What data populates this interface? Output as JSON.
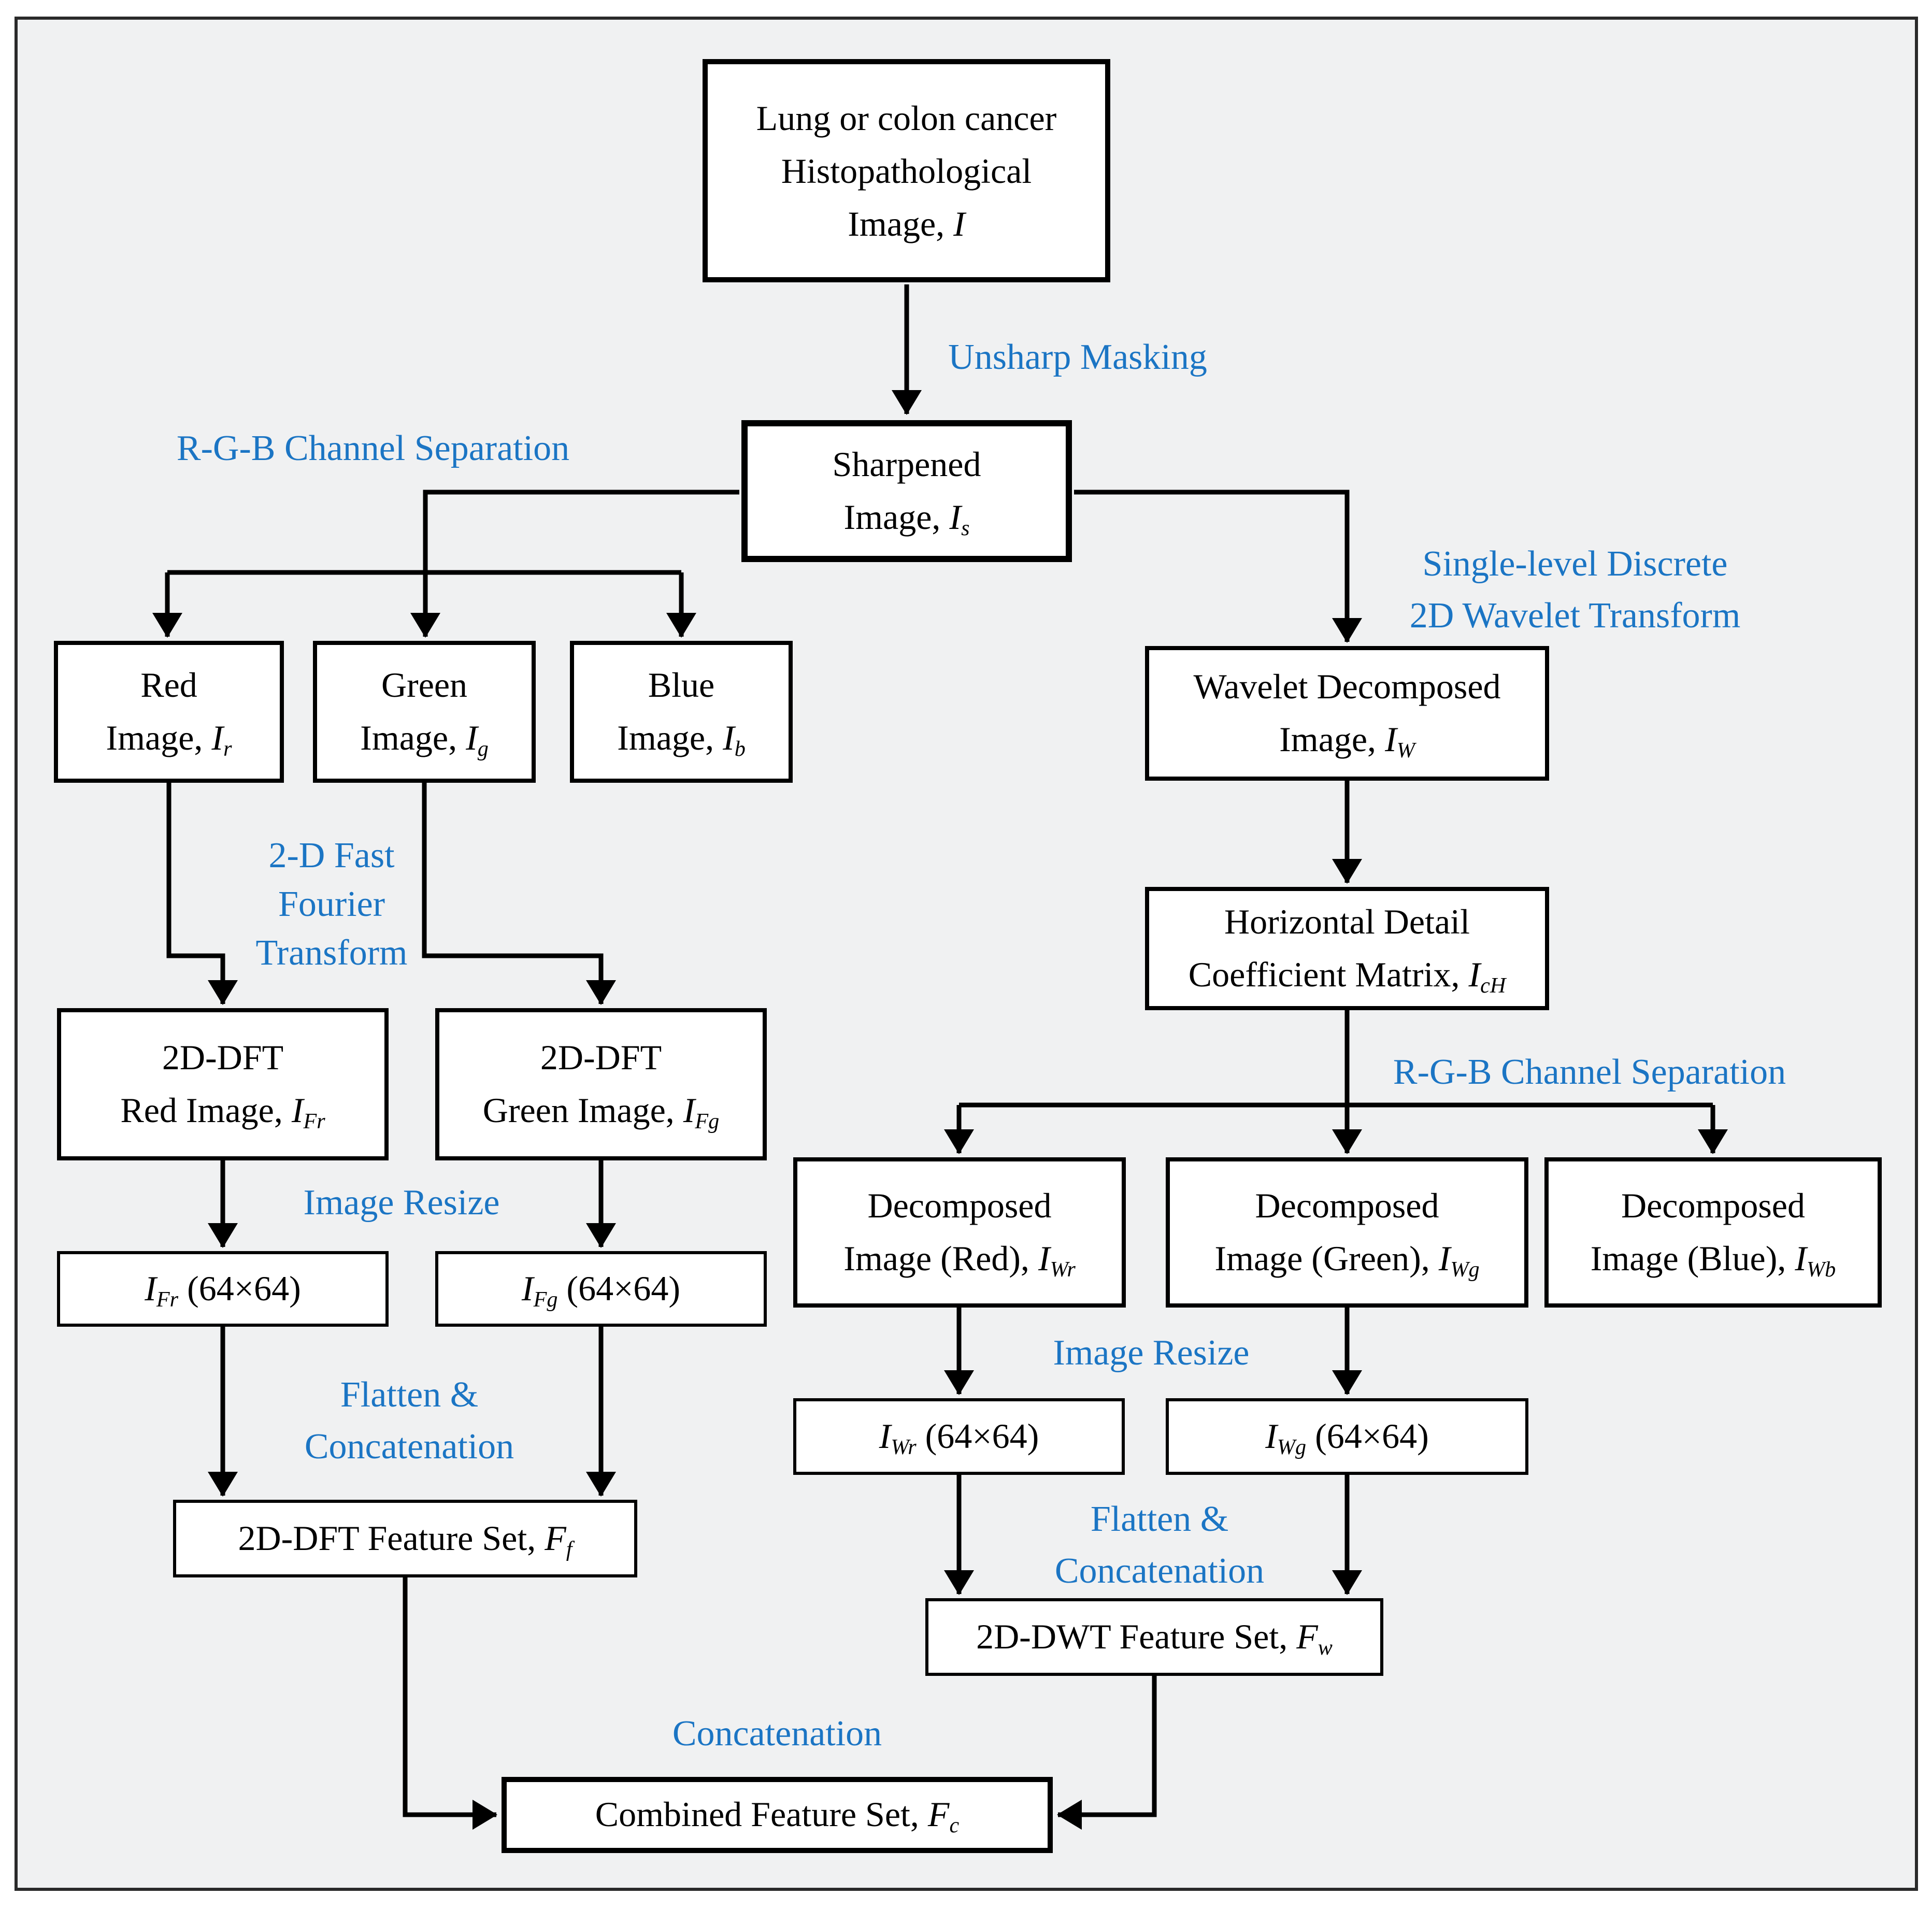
{
  "diagram": {
    "colors": {
      "accent_blue": "#1b75c4",
      "frame_background": "#f0f1f2",
      "frame_border": "#2a2a2a",
      "box_fill": "#ffffff",
      "box_border": "#000000",
      "line": "#000000"
    },
    "nodes": {
      "input": {
        "lines": [
          [
            {
              "t": "Lung or colon cancer"
            }
          ],
          [
            {
              "t": "Histopathological"
            }
          ],
          [
            {
              "t": "Image, "
            },
            {
              "t": "I",
              "i": 1
            }
          ]
        ]
      },
      "sharp": {
        "lines": [
          [
            {
              "t": "Sharpened"
            }
          ],
          [
            {
              "t": "Image, "
            },
            {
              "t": "I",
              "i": 1
            },
            {
              "t": "s",
              "i": 1,
              "sub": 1
            }
          ]
        ]
      },
      "red": {
        "lines": [
          [
            {
              "t": "Red"
            }
          ],
          [
            {
              "t": "Image, "
            },
            {
              "t": "I",
              "i": 1
            },
            {
              "t": "r",
              "i": 1,
              "sub": 1
            }
          ]
        ]
      },
      "green": {
        "lines": [
          [
            {
              "t": "Green"
            }
          ],
          [
            {
              "t": "Image, "
            },
            {
              "t": "I",
              "i": 1
            },
            {
              "t": "g",
              "i": 1,
              "sub": 1
            }
          ]
        ]
      },
      "blue": {
        "lines": [
          [
            {
              "t": "Blue"
            }
          ],
          [
            {
              "t": "Image, "
            },
            {
              "t": "I",
              "i": 1
            },
            {
              "t": "b",
              "i": 1,
              "sub": 1
            }
          ]
        ]
      },
      "wavelet": {
        "lines": [
          [
            {
              "t": "Wavelet Decomposed"
            }
          ],
          [
            {
              "t": "Image, "
            },
            {
              "t": "I",
              "i": 1
            },
            {
              "t": "W",
              "i": 1,
              "sub": 1
            }
          ]
        ]
      },
      "hdetail": {
        "lines": [
          [
            {
              "t": "Horizontal Detail"
            }
          ],
          [
            {
              "t": "Coefficient Matrix, "
            },
            {
              "t": "I",
              "i": 1
            },
            {
              "t": "cH",
              "i": 1,
              "sub": 1
            }
          ]
        ]
      },
      "dftred": {
        "lines": [
          [
            {
              "t": "2D-DFT"
            }
          ],
          [
            {
              "t": "Red Image, "
            },
            {
              "t": "I",
              "i": 1
            },
            {
              "t": "Fr",
              "i": 1,
              "sub": 1
            }
          ]
        ]
      },
      "dftgreen": {
        "lines": [
          [
            {
              "t": "2D-DFT"
            }
          ],
          [
            {
              "t": "Green Image, "
            },
            {
              "t": "I",
              "i": 1
            },
            {
              "t": "Fg",
              "i": 1,
              "sub": 1
            }
          ]
        ]
      },
      "decred": {
        "lines": [
          [
            {
              "t": "Decomposed"
            }
          ],
          [
            {
              "t": "Image (Red), "
            },
            {
              "t": "I",
              "i": 1
            },
            {
              "t": "Wr",
              "i": 1,
              "sub": 1
            }
          ]
        ]
      },
      "decgreen": {
        "lines": [
          [
            {
              "t": "Decomposed"
            }
          ],
          [
            {
              "t": "Image (Green), "
            },
            {
              "t": "I",
              "i": 1
            },
            {
              "t": "Wg",
              "i": 1,
              "sub": 1
            }
          ]
        ]
      },
      "decblue": {
        "lines": [
          [
            {
              "t": "Decomposed"
            }
          ],
          [
            {
              "t": "Image (Blue), "
            },
            {
              "t": "I",
              "i": 1
            },
            {
              "t": "Wb",
              "i": 1,
              "sub": 1
            }
          ]
        ]
      },
      "ifr": {
        "lines": [
          [
            {
              "t": "I",
              "i": 1
            },
            {
              "t": "Fr",
              "i": 1,
              "sub": 1
            },
            {
              "t": " (64×64)"
            }
          ]
        ]
      },
      "ifg": {
        "lines": [
          [
            {
              "t": "I",
              "i": 1
            },
            {
              "t": "Fg",
              "i": 1,
              "sub": 1
            },
            {
              "t": " (64×64)"
            }
          ]
        ]
      },
      "iwr": {
        "lines": [
          [
            {
              "t": "I",
              "i": 1
            },
            {
              "t": "Wr",
              "i": 1,
              "sub": 1
            },
            {
              "t": " (64×64)"
            }
          ]
        ]
      },
      "iwg": {
        "lines": [
          [
            {
              "t": "I",
              "i": 1
            },
            {
              "t": "Wg",
              "i": 1,
              "sub": 1
            },
            {
              "t": " (64×64)"
            }
          ]
        ]
      },
      "dftfeat": {
        "lines": [
          [
            {
              "t": "2D-DFT Feature Set, "
            },
            {
              "t": "F",
              "i": 1
            },
            {
              "t": "f",
              "i": 1,
              "sub": 1
            }
          ]
        ]
      },
      "dwtfeat": {
        "lines": [
          [
            {
              "t": "2D-DWT Feature Set, "
            },
            {
              "t": "F",
              "i": 1
            },
            {
              "t": "w",
              "i": 1,
              "sub": 1
            }
          ]
        ]
      },
      "combined": {
        "lines": [
          [
            {
              "t": "Combined Feature Set, "
            },
            {
              "t": "F",
              "i": 1
            },
            {
              "t": "c",
              "i": 1,
              "sub": 1
            }
          ]
        ]
      }
    },
    "labels": {
      "unsharp": {
        "lines": [
          [
            {
              "t": "Unsharp Masking"
            }
          ]
        ]
      },
      "rgb_left": {
        "lines": [
          [
            {
              "t": "R-G-B Channel Separation"
            }
          ]
        ]
      },
      "fft": {
        "lines": [
          [
            {
              "t": "2-D Fast"
            }
          ],
          [
            {
              "t": "Fourier"
            }
          ],
          [
            {
              "t": "Transform"
            }
          ]
        ]
      },
      "single_level": {
        "lines": [
          [
            {
              "t": "Single-level Discrete"
            }
          ],
          [
            {
              "t": "2D Wavelet Transform"
            }
          ]
        ]
      },
      "rgb_right": {
        "lines": [
          [
            {
              "t": "R-G-B Channel Separation"
            }
          ]
        ]
      },
      "resize_left": {
        "lines": [
          [
            {
              "t": "Image Resize"
            }
          ]
        ]
      },
      "resize_right": {
        "lines": [
          [
            {
              "t": "Image Resize"
            }
          ]
        ]
      },
      "flatten_left": {
        "lines": [
          [
            {
              "t": "Flatten &"
            }
          ],
          [
            {
              "t": "Concatenation"
            }
          ]
        ]
      },
      "flatten_right": {
        "lines": [
          [
            {
              "t": "Flatten &"
            }
          ],
          [
            {
              "t": "Concatenation"
            }
          ]
        ]
      },
      "concat_bottom": {
        "lines": [
          [
            {
              "t": "Concatenation"
            }
          ]
        ]
      }
    }
  }
}
